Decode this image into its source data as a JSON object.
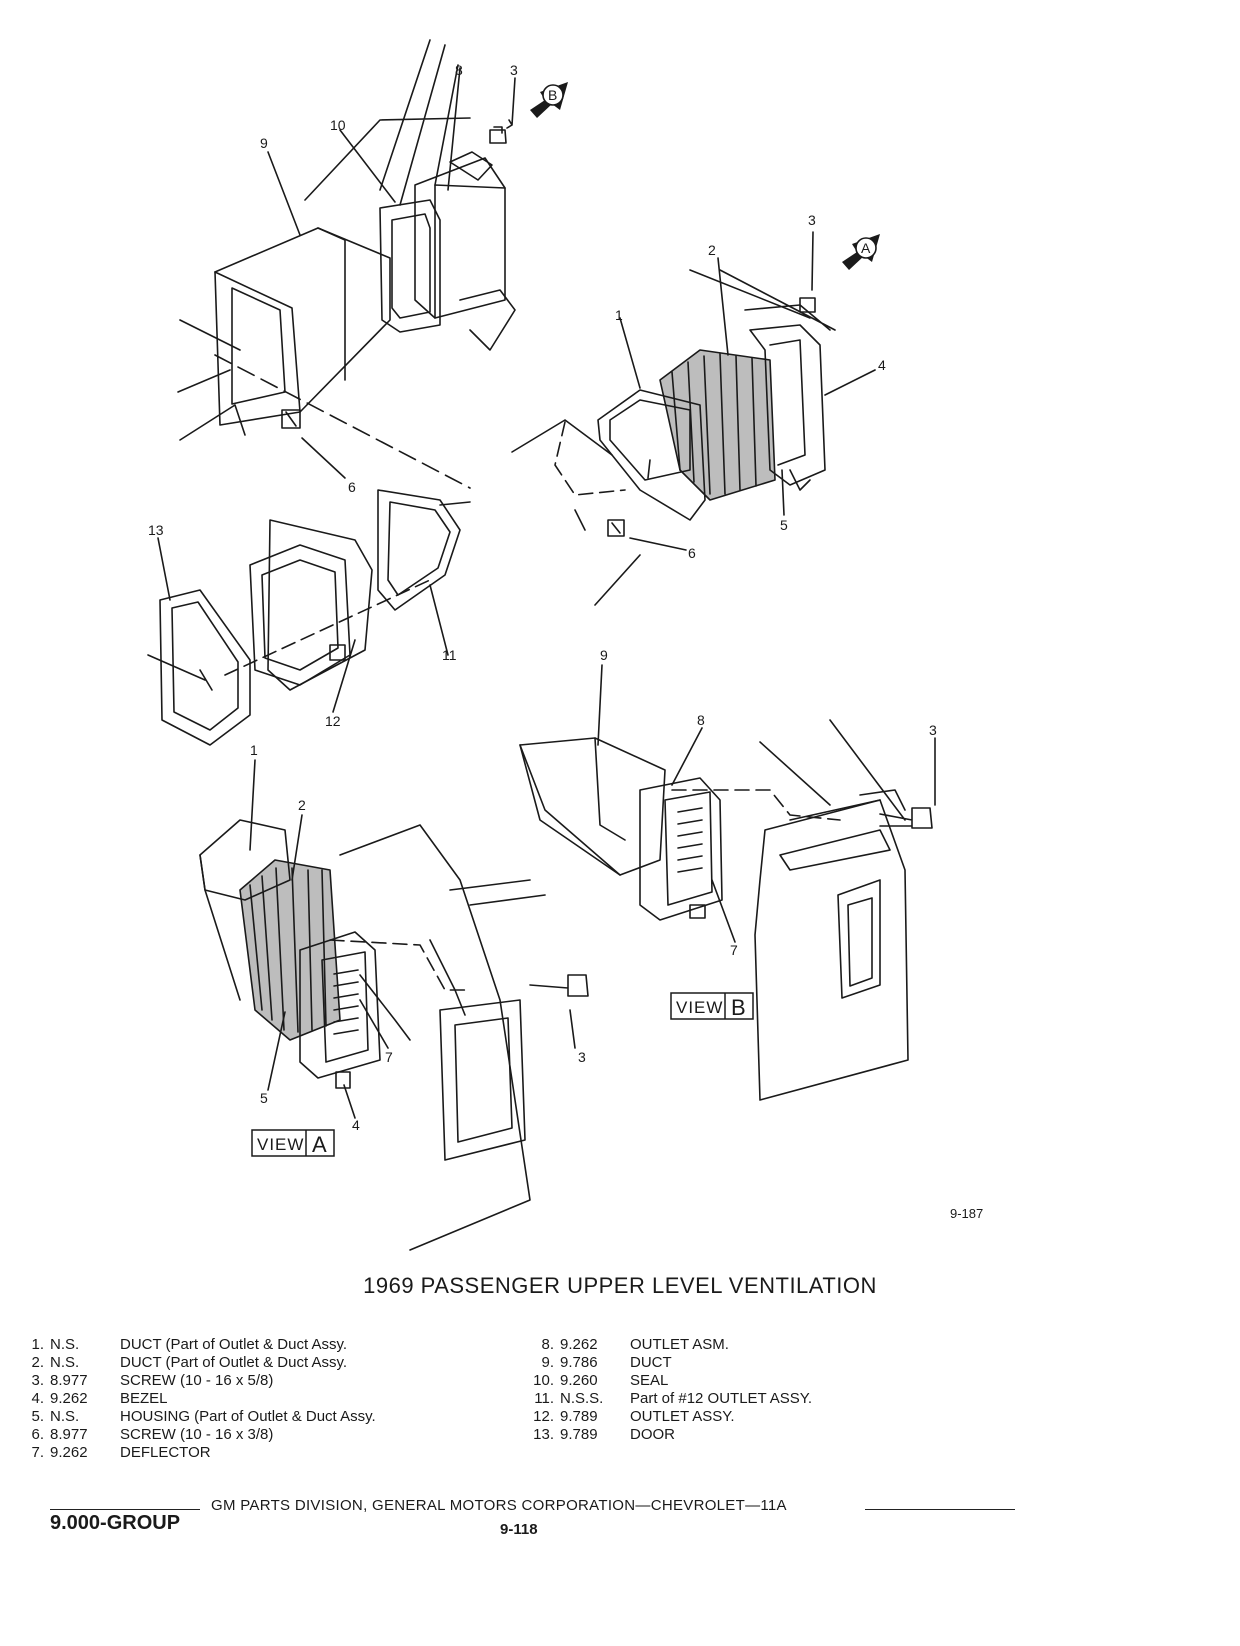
{
  "figure_number": "9-187",
  "title": "1969 PASSENGER UPPER LEVEL VENTILATION",
  "callouts": [
    {
      "id": "c-8-top",
      "text": "8"
    },
    {
      "id": "c-3-top",
      "text": "3"
    },
    {
      "id": "c-10",
      "text": "10"
    },
    {
      "id": "c-9-top",
      "text": "9"
    },
    {
      "id": "c-3-right",
      "text": "3"
    },
    {
      "id": "c-2-top",
      "text": "2"
    },
    {
      "id": "c-1-top",
      "text": "1"
    },
    {
      "id": "c-4-top",
      "text": "4"
    },
    {
      "id": "c-6-left",
      "text": "6"
    },
    {
      "id": "c-6-right",
      "text": "6"
    },
    {
      "id": "c-5-right",
      "text": "5"
    },
    {
      "id": "c-13",
      "text": "13"
    },
    {
      "id": "c-11",
      "text": "11"
    },
    {
      "id": "c-12",
      "text": "12"
    },
    {
      "id": "c-9-mid",
      "text": "9"
    },
    {
      "id": "c-8-mid",
      "text": "8"
    },
    {
      "id": "c-3-mid",
      "text": "3"
    },
    {
      "id": "c-1-low",
      "text": "1"
    },
    {
      "id": "c-2-low",
      "text": "2"
    },
    {
      "id": "c-7-mid",
      "text": "7"
    },
    {
      "id": "c-7-low",
      "text": "7"
    },
    {
      "id": "c-3-low",
      "text": "3"
    },
    {
      "id": "c-5-low",
      "text": "5"
    },
    {
      "id": "c-4-low",
      "text": "4"
    }
  ],
  "views": {
    "a_arrow": "A",
    "b_arrow": "B",
    "a_label_word": "VIEW",
    "a_label_letter": "A",
    "b_label_word": "VIEW",
    "b_label_letter": "B"
  },
  "legend_left": [
    {
      "num": "1.",
      "code": "N.S.",
      "desc": "DUCT (Part of Outlet & Duct Assy."
    },
    {
      "num": "2.",
      "code": "N.S.",
      "desc": "DUCT (Part of Outlet & Duct Assy."
    },
    {
      "num": "3.",
      "code": "8.977",
      "desc": "SCREW (10 - 16 x 5/8)"
    },
    {
      "num": "4.",
      "code": "9.262",
      "desc": "BEZEL"
    },
    {
      "num": "5.",
      "code": "N.S.",
      "desc": "HOUSING (Part of Outlet & Duct Assy."
    },
    {
      "num": "6.",
      "code": "8.977",
      "desc": "SCREW (10 - 16 x 3/8)"
    },
    {
      "num": "7.",
      "code": "9.262",
      "desc": "DEFLECTOR"
    }
  ],
  "legend_right": [
    {
      "num": "8.",
      "code": "9.262",
      "desc": "OUTLET ASM."
    },
    {
      "num": "9.",
      "code": "9.786",
      "desc": "DUCT"
    },
    {
      "num": "10.",
      "code": "9.260",
      "desc": "SEAL"
    },
    {
      "num": "11.",
      "code": "N.S.S.",
      "desc": "Part of #12 OUTLET ASSY."
    },
    {
      "num": "12.",
      "code": "9.789",
      "desc": "OUTLET ASSY."
    },
    {
      "num": "13.",
      "code": "9.789",
      "desc": "DOOR"
    }
  ],
  "footer": {
    "division": "GM PARTS DIVISION, GENERAL MOTORS CORPORATION—CHEVROLET—11A",
    "group": "9.000-GROUP",
    "page": "9-118"
  }
}
